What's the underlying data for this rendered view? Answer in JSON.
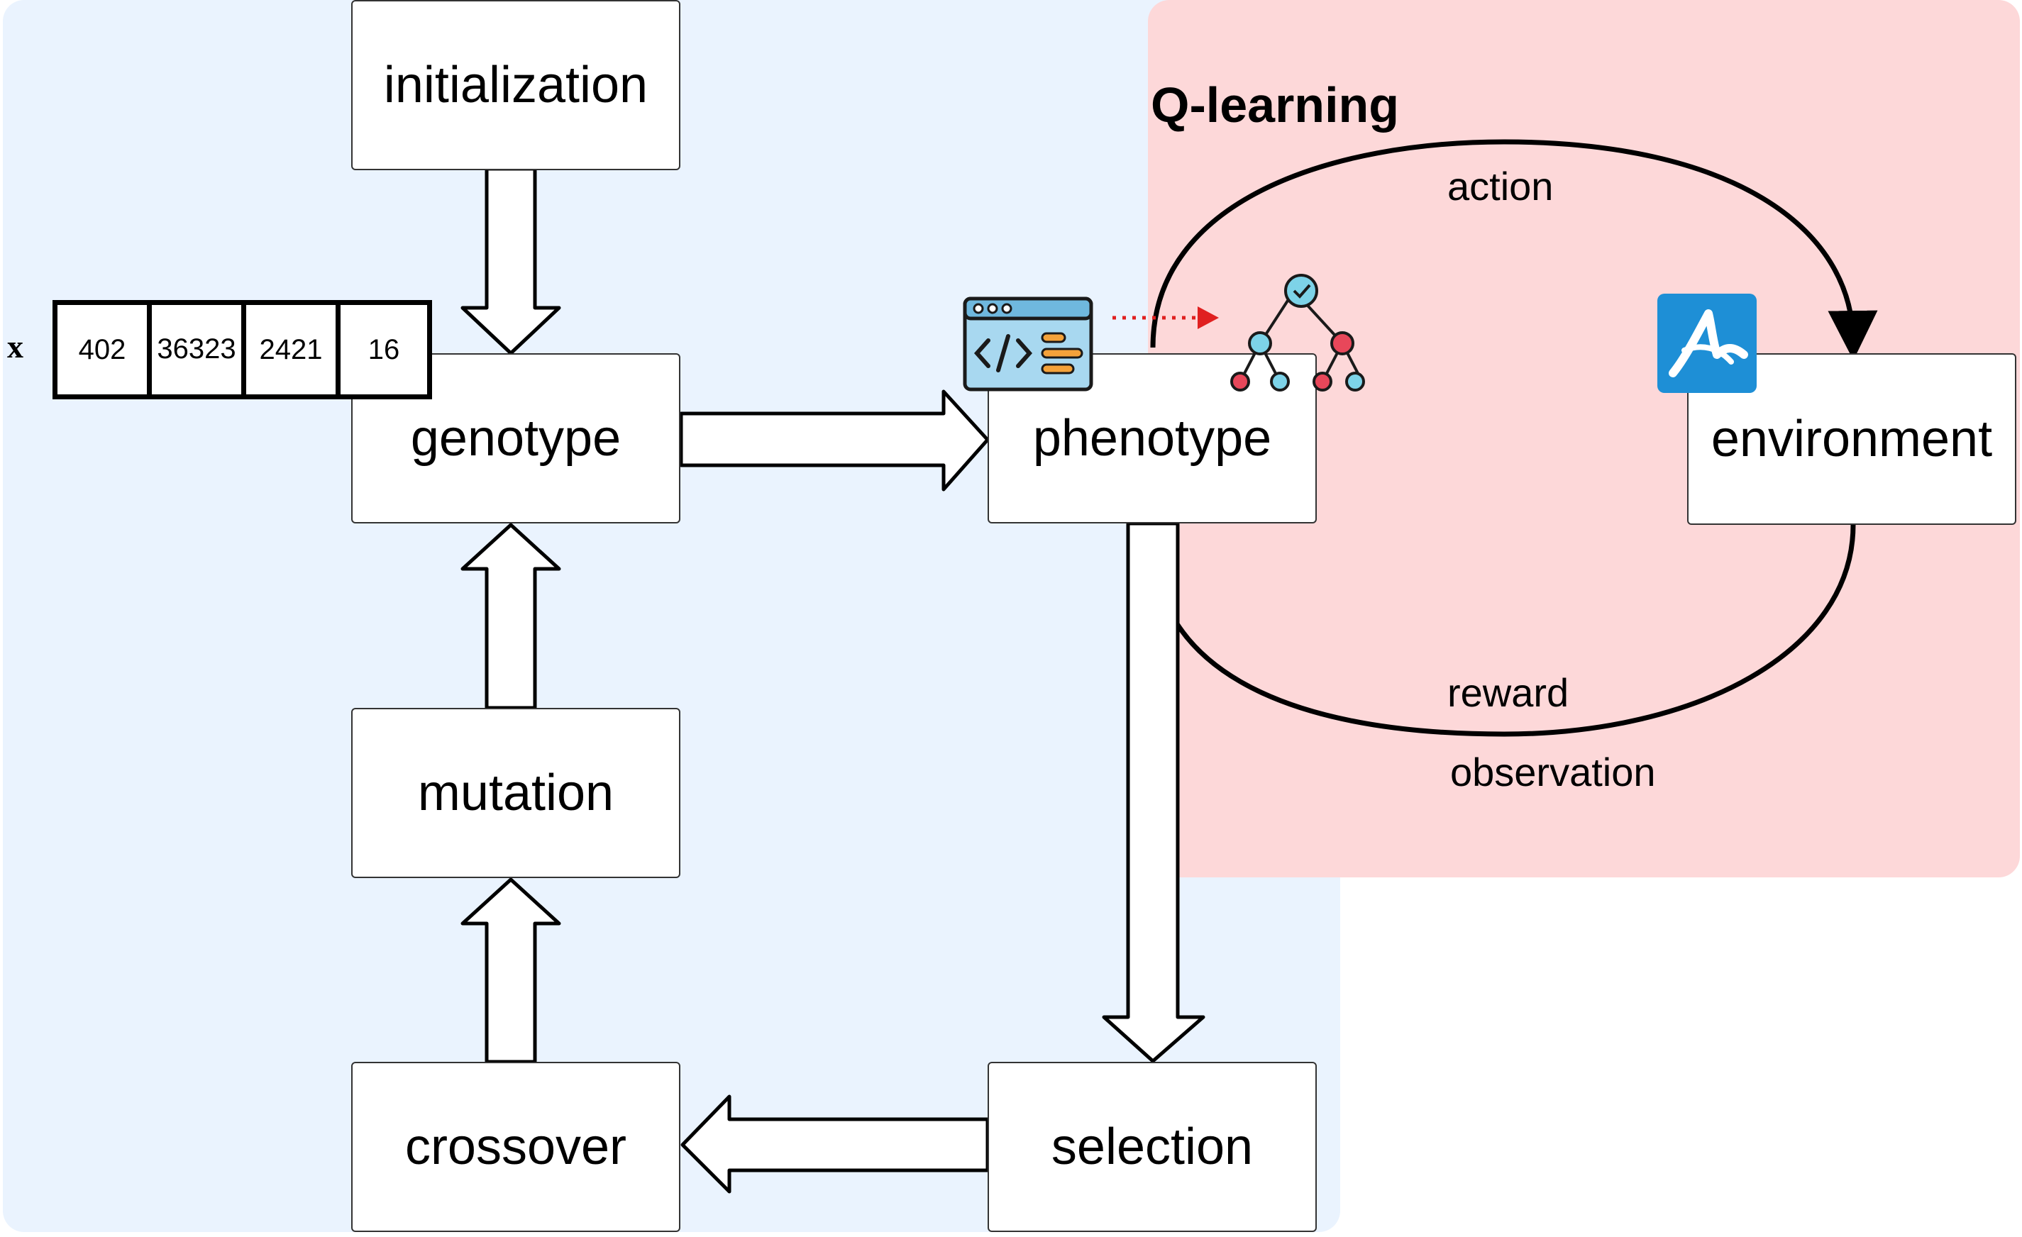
{
  "regions": {
    "ga_color": "#EAF3FE",
    "qlearning_color": "#FDD8D9",
    "qlearning_title": "Q-learning"
  },
  "nodes": {
    "initialization": "initialization",
    "genotype": "genotype",
    "phenotype": "phenotype",
    "environment": "environment",
    "mutation": "mutation",
    "crossover": "crossover",
    "selection": "selection"
  },
  "vector": {
    "label": "x",
    "cells": [
      "402",
      "36323",
      "2421",
      "16"
    ]
  },
  "loop_labels": {
    "action": "action",
    "reward": "reward",
    "observation": "observation"
  },
  "icons": {
    "code": "code-window-icon",
    "tree": "decision-tree-icon",
    "env": "environment-logo-icon"
  },
  "colors": {
    "node_border": "#333333",
    "dotted_arrow": "#E02020",
    "icon_blue": "#A8D8F0",
    "env_logo": "#1E8FD6"
  }
}
